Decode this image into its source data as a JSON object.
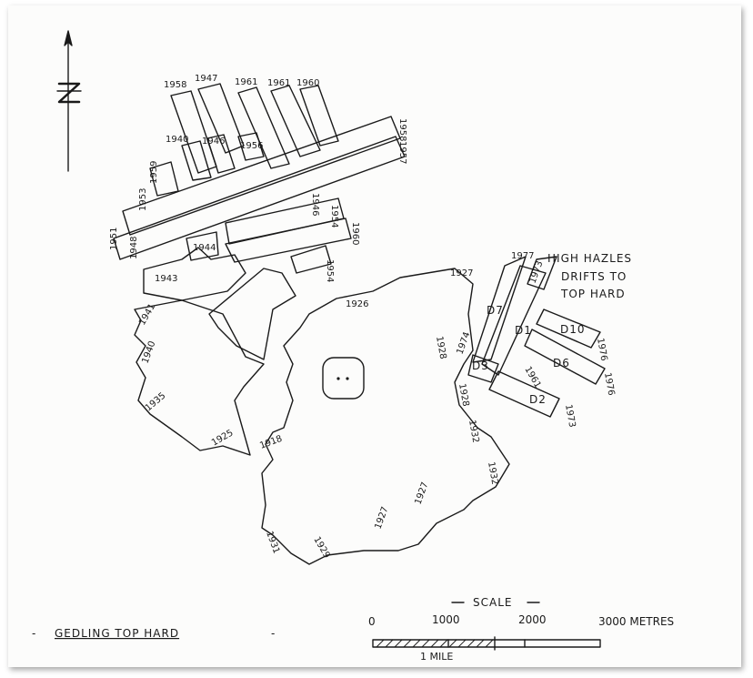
{
  "map": {
    "title": "GEDLING TOP HARD",
    "annotation": "HIGH HAZLES DRIFTS TO TOP HARD",
    "annotation_lines": [
      "HIGH HAZLES",
      "DRIFTS TO",
      "TOP HARD"
    ],
    "panel_labels": [
      "D7",
      "D1",
      "D10",
      "D3",
      "D6",
      "D2"
    ],
    "year_labels": [
      "1958",
      "1947",
      "1961",
      "1961",
      "1960",
      "1940",
      "1946",
      "1956",
      "1959",
      "1953",
      "1958",
      "1957",
      "1951",
      "1948",
      "1944",
      "1946",
      "1954",
      "1960",
      "1943",
      "1954",
      "1927",
      "1977",
      "1973",
      "1926",
      "1941",
      "1940",
      "1935",
      "1928",
      "1974",
      "1961",
      "1976",
      "1976",
      "1928",
      "1973",
      "1925",
      "1918",
      "1932",
      "1932",
      "1931",
      "1929",
      "1927",
      "1927"
    ],
    "legend_markers": [
      "-",
      "-"
    ]
  },
  "scale": {
    "heading": "SCALE",
    "ticks": [
      "0",
      "1000",
      "2000",
      "3000 METRES"
    ],
    "mile_label": "1 MILE"
  },
  "colors": {
    "ink": "#1a1a1a",
    "paper": "#fcfcfb"
  }
}
